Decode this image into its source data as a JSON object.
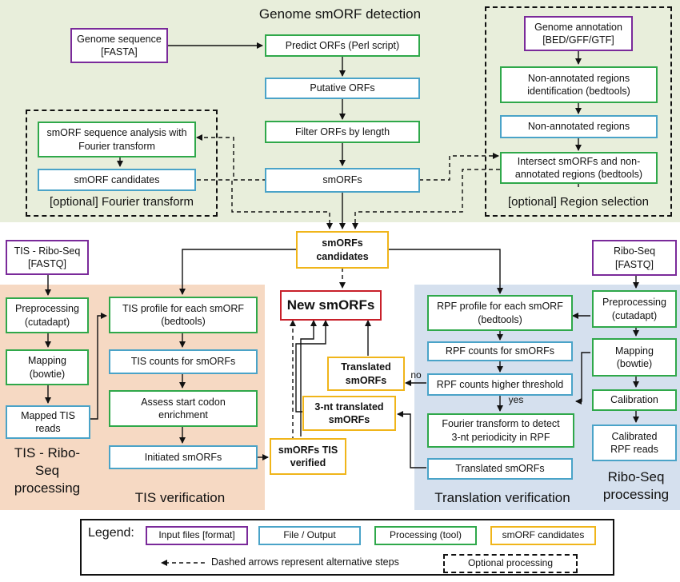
{
  "colors": {
    "input": "#7a2a9a",
    "output": "#4aa3c8",
    "processing": "#2fa84a",
    "candidate": "#f0b51a",
    "new": "#c8202a",
    "bg_top": "#e8eedb",
    "bg_left": "#f6d9c3",
    "bg_right": "#d5e0ee"
  },
  "titles": {
    "genome": "Genome smORF detection",
    "fourier_opt": "[optional] Fourier transform",
    "region_opt": "[optional] Region selection",
    "tis_proc": "TIS - Ribo-\nSeq\nprocessing",
    "tis_ver": "TIS verification",
    "trans_ver": "Translation verification",
    "ribo_proc": "Ribo-Seq\nprocessing"
  },
  "nodes": {
    "genome_seq": "Genome sequence\n[FASTA]",
    "predict": "Predict ORFs (Perl script)",
    "putative": "Putative ORFs",
    "filter": "Filter ORFs by length",
    "smorfs": "smORFs",
    "fourier_analysis": "smORF sequence analysis with\nFourier transform",
    "smorf_cand": "smORF candidates",
    "genome_annot": "Genome annotation\n[BED/GFF/GTF]",
    "nonannot_id": "Non-annotated regions\nidentification (bedtools)",
    "nonannot": "Non-annotated regions",
    "intersect": "Intersect smORFs and non-\nannotated regions (bedtools)",
    "candidates": "smORFs\ncandidates",
    "new": "New smORFs",
    "tis_ribo_in": "TIS - Ribo-Seq\n[FASTQ]",
    "preproc_l": "Preprocessing\n(cutadapt)",
    "mapping_l": "Mapping\n(bowtie)",
    "mapped_tis": "Mapped TIS\nreads",
    "tis_profile": "TIS profile for each smORF\n(bedtools)",
    "tis_counts": "TIS counts for smORFs",
    "assess": "Assess start codon\nenrichment",
    "initiated": "Initiated smORFs",
    "tis_verified": "smORFs TIS\nverified",
    "translated_c": "Translated\nsmORFs",
    "threent": "3-nt translated\nsmORFs",
    "rpf_profile": "RPF profile for each smORF\n(bedtools)",
    "rpf_counts": "RPF counts for smORFs",
    "rpf_thresh": "RPF counts higher threshold",
    "fourier_detect": "Fourier transform to detect\n3-nt periodicity in RPF",
    "translated_r": "Translated smORFs",
    "ribo_in": "Ribo-Seq\n[FASTQ]",
    "preproc_r": "Preprocessing\n(cutadapt)",
    "mapping_r": "Mapping\n(bowtie)",
    "calibration": "Calibration",
    "calibrated": "Calibrated\nRPF reads"
  },
  "edge_labels": {
    "no": "no",
    "yes": "yes"
  },
  "legend": {
    "title": "Legend:",
    "input": "Input files [format]",
    "output": "File / Output",
    "processing": "Processing (tool)",
    "candidates": "smORF candidates",
    "dashed": "Dashed arrows represent alternative steps",
    "optional": "Optional processing"
  }
}
